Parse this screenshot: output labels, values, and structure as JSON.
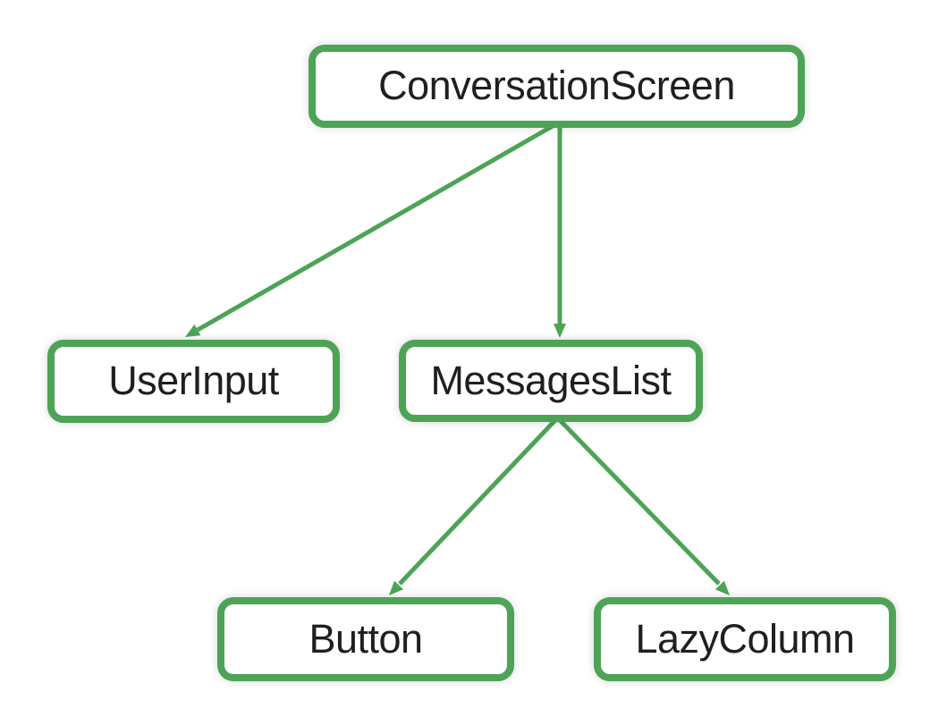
{
  "diagram": {
    "kind": "component-tree",
    "accent_color": "#4DA356",
    "text_color": "#1F1F1F",
    "node_background": "#FFFFFF",
    "nodes": [
      {
        "id": "conversation-screen",
        "label": "ConversationScreen"
      },
      {
        "id": "user-input",
        "label": "UserInput"
      },
      {
        "id": "messages-list",
        "label": "MessagesList"
      },
      {
        "id": "button",
        "label": "Button"
      },
      {
        "id": "lazy-column",
        "label": "LazyColumn"
      }
    ],
    "edges": [
      {
        "from": "conversation-screen",
        "to": "user-input"
      },
      {
        "from": "conversation-screen",
        "to": "messages-list"
      },
      {
        "from": "messages-list",
        "to": "button"
      },
      {
        "from": "messages-list",
        "to": "lazy-column"
      }
    ]
  }
}
